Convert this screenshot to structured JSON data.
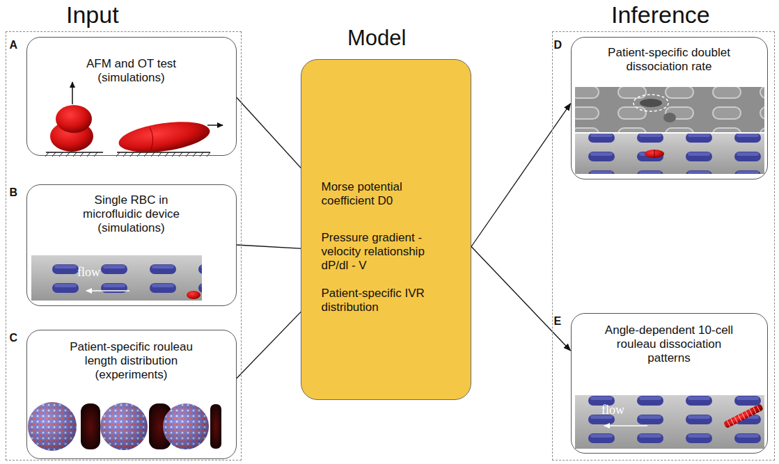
{
  "diagram": {
    "nodes": [
      {
        "text": [
          "Input"
        ]
      },
      {
        "text": [
          "A",
          "AFM and OT test (simulations)"
        ],
        "in": 0
      },
      {
        "text": [
          "B",
          "Single RBC in microfluidic device (simulations)"
        ],
        "in": 0
      },
      {
        "text": [
          "C",
          "Patient-specific rouleau length distribution (experiments)"
        ],
        "in": 0
      },
      {
        "text": [
          "Model"
        ]
      },
      {
        "text": [
          "Morse potential coefficient D0"
        ],
        "in": 4
      },
      {
        "text": [
          "Pressure gradient - velocity relationship dP/dl - V"
        ],
        "in": 4
      },
      {
        "text": [
          "Patient-specific IVR distribution"
        ],
        "in": 4
      },
      {
        "text": [
          "Inference"
        ]
      },
      {
        "text": [
          "D",
          "Patient-specific doublet dissociation rate"
        ],
        "in": 8
      },
      {
        "text": [
          "E",
          "Angle-dependent 10-cell rouleau dissociation patterns"
        ],
        "in": 8
      }
    ],
    "edges": [
      {
        "from": 1,
        "to": 5,
        "arrow": "to"
      },
      {
        "from": 2,
        "to": 6,
        "arrow": "to"
      },
      {
        "from": 3,
        "to": 7,
        "arrow": "to"
      },
      {
        "from": 4,
        "to": 9,
        "arrow": "to"
      },
      {
        "from": 4,
        "to": 10,
        "arrow": "to"
      }
    ],
    "labels": [
      "flow",
      "flow"
    ]
  }
}
